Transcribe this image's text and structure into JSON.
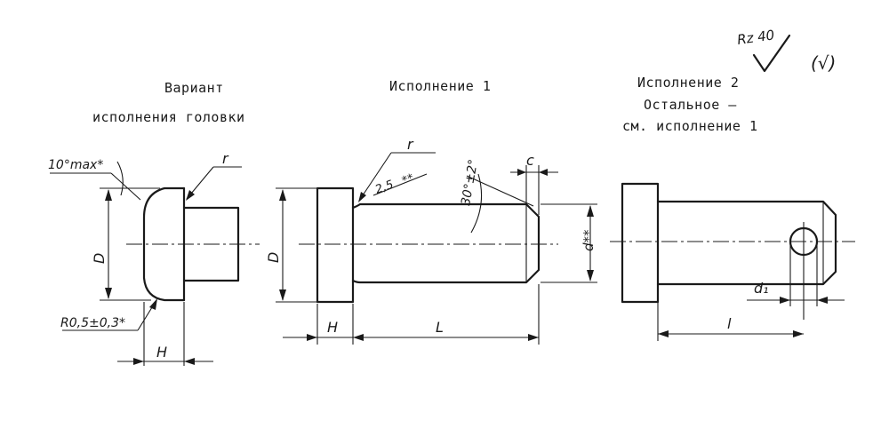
{
  "captions": {
    "variant_line1": "Вариант",
    "variant_line2": "исполнения головки",
    "exec1": "Исполнение 1",
    "exec2_line1": "Исполнение 2",
    "exec2_line2": "Остальное –",
    "exec2_line3": "см. исполнение 1"
  },
  "roughness": {
    "value": "Rz 40",
    "bracket_mark": "(√)"
  },
  "dimensions": {
    "angle_max": "10°max*",
    "radius": "r",
    "diameter": "D",
    "fillet_radius": "R0,5±0,3*",
    "head_height": "H",
    "chamfer_len": "2,5",
    "chamfer_note": "**",
    "chamfer_angle": "30°±2°",
    "chamfer_c": "c",
    "shank_d": "d**",
    "length_L": "L",
    "hole_d1": "d₁",
    "length_l": "l"
  }
}
